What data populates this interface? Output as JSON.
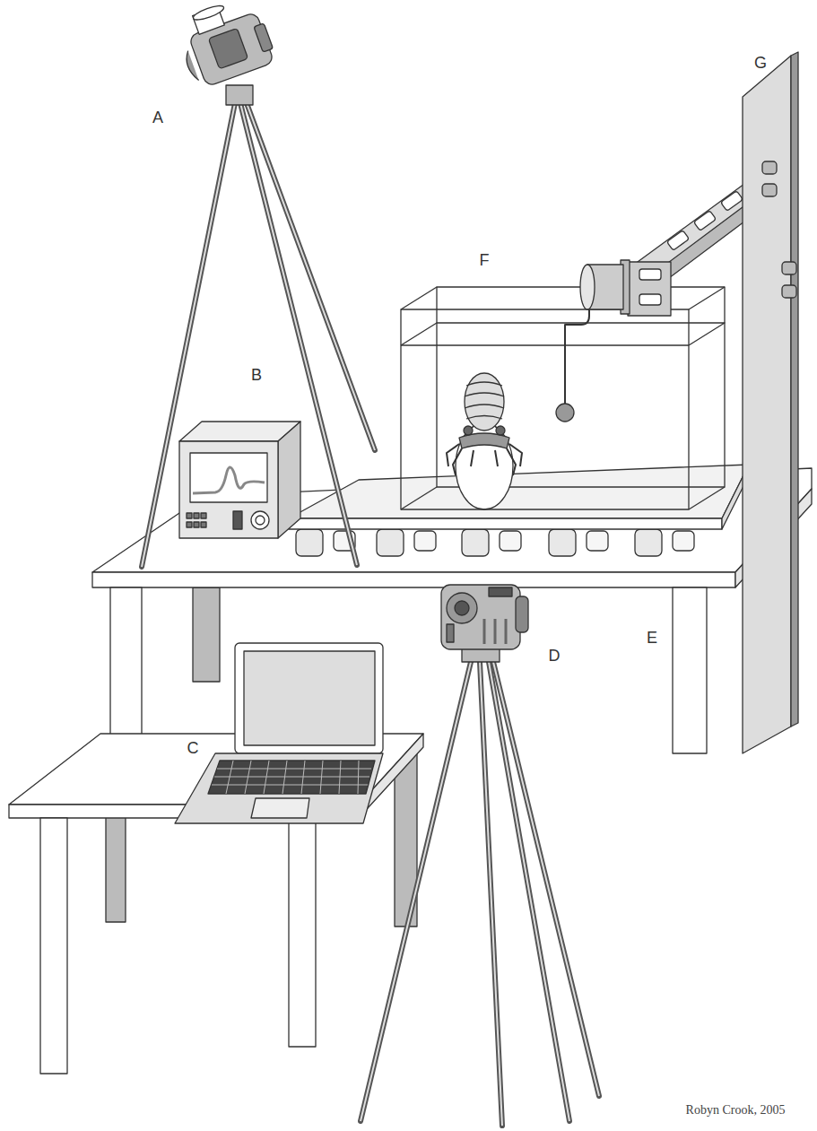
{
  "diagram": {
    "labels": [
      "A",
      "B",
      "F",
      "G",
      "D",
      "E",
      "C",
      "Robyn Crook, 2005"
    ]
  }
}
